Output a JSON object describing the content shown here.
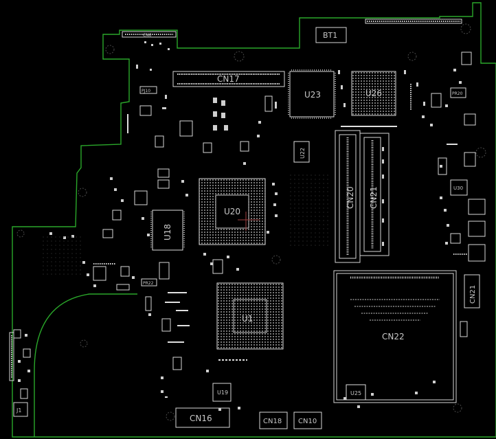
{
  "board": {
    "labels": {
      "bt1": "BT1",
      "cn17": "CN17",
      "u23": "U23",
      "u26": "U26",
      "u22": "U22",
      "u20": "U20",
      "u18": "U18",
      "cn20": "CN20",
      "cn21_vertical": "CN21",
      "cn21_right": "CN21",
      "cn22": "CN22",
      "u1": "U1",
      "u19": "U19",
      "u25": "U25",
      "j1": "J1",
      "cn16": "CN16",
      "cn18": "CN18",
      "cn10": "CN10",
      "cn6": "CN6",
      "u30": "U30",
      "pr22": "PR22",
      "pr20": "PR20",
      "pj10": "PJ10"
    },
    "colors": {
      "background": "#000000",
      "outline": "#2aa82a",
      "silkscreen": "#d8d8d8",
      "hole": "#4a4a4a"
    }
  }
}
